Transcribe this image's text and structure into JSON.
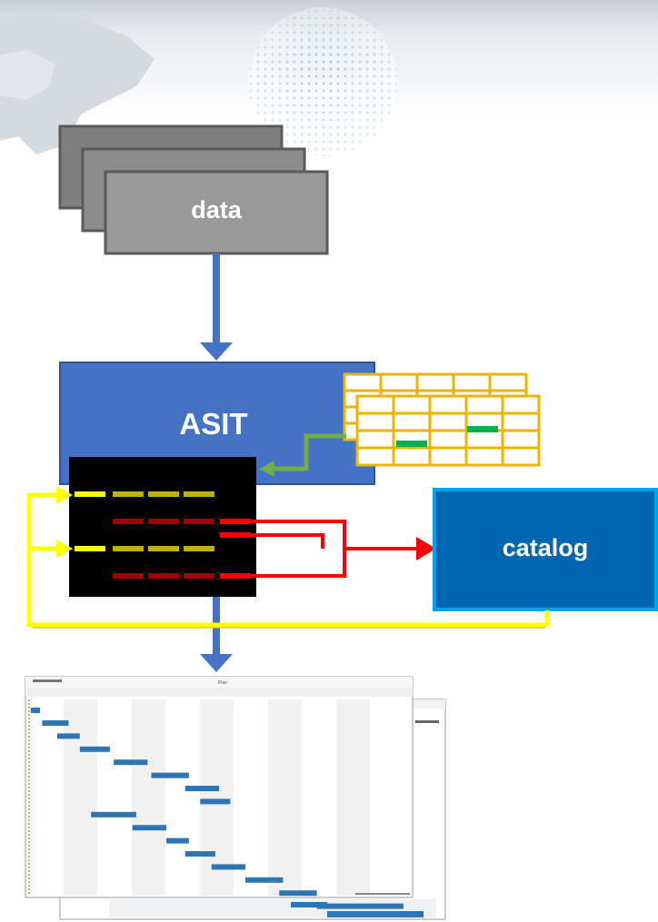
{
  "nodes": {
    "data": {
      "label": "data"
    },
    "asit": {
      "label": "ASIT"
    },
    "catalog": {
      "label": "catalog"
    }
  },
  "gantt": {
    "header_title": "Plan",
    "tasks": [
      {
        "start": 0.03,
        "end": 0.1
      },
      {
        "start": 0.07,
        "end": 0.13
      },
      {
        "start": 0.13,
        "end": 0.21
      },
      {
        "start": 0.22,
        "end": 0.31
      },
      {
        "start": 0.32,
        "end": 0.42
      },
      {
        "start": 0.41,
        "end": 0.5
      },
      {
        "start": 0.45,
        "end": 0.53
      },
      {
        "start": 0.16,
        "end": 0.28
      },
      {
        "start": 0.27,
        "end": 0.36
      },
      {
        "start": 0.36,
        "end": 0.42
      },
      {
        "start": 0.41,
        "end": 0.49
      },
      {
        "start": 0.48,
        "end": 0.57
      },
      {
        "start": 0.57,
        "end": 0.67
      },
      {
        "start": 0.66,
        "end": 0.76
      },
      {
        "start": 0.76,
        "end": 0.99
      }
    ]
  },
  "colors": {
    "flow_arrow": "#4472c4",
    "asit_box": "#4472c4",
    "catalog_box": "#0066b3",
    "data_box": "#999999",
    "table_icon": "#f0b400",
    "feedback_line": "#ffff00",
    "catalog_line": "#ff0000",
    "import_line": "#70ad47",
    "gantt_bar": "#2e75b6"
  }
}
